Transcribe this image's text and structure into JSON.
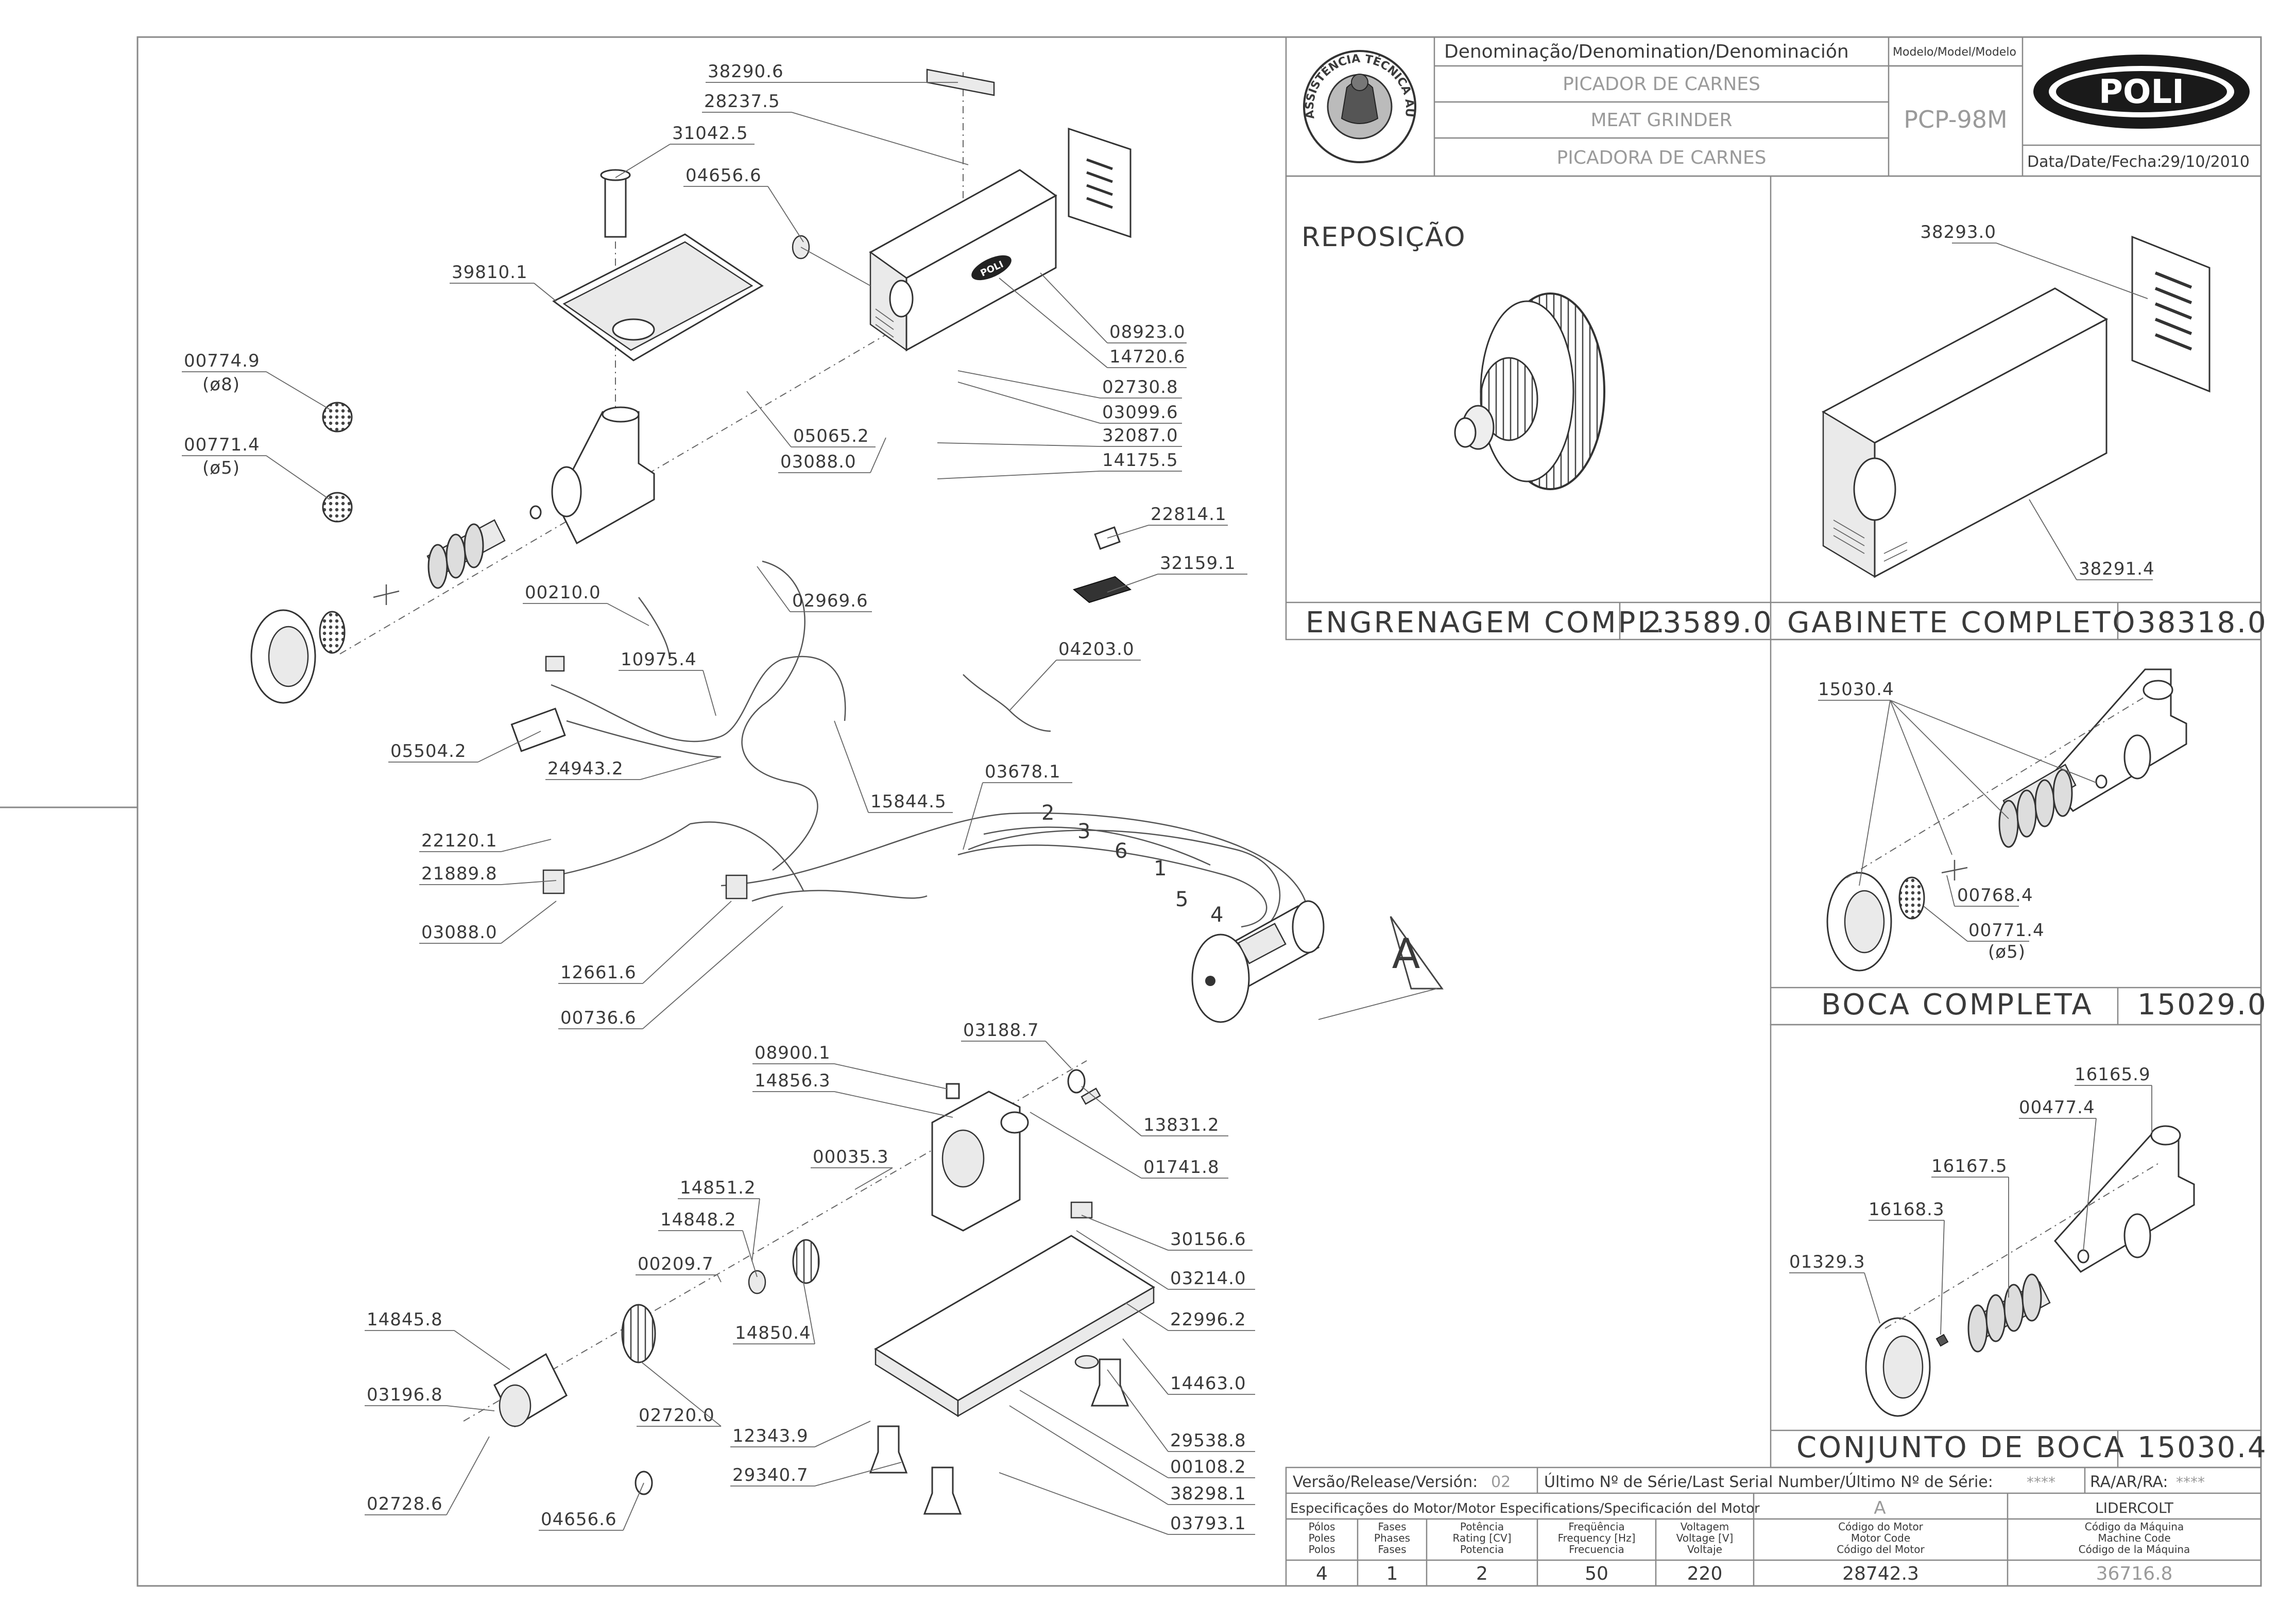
{
  "title_block": {
    "denomination_header": "Denominação/Denomination/Denominación",
    "name_pt": "PICADOR DE CARNES",
    "name_en": "MEAT GRINDER",
    "name_es": "PICADORA DE CARNES",
    "model_header": "Modelo/Model/Modelo",
    "model": "PCP-98M",
    "brand": "POLI",
    "date_label": "Data/Date/Fecha:",
    "date": "29/10/2010",
    "seal_text": "ASSISTÊNCIA TÉCNICA AUTORIZADA"
  },
  "replacement": {
    "heading": "REPOSIÇÃO",
    "gear_name": "ENGRENAGEM COMPL.",
    "gear_code": "23589.0",
    "cabinet_name": "GABINETE COMPLETO",
    "cabinet_code": "38318.0",
    "cabinet_parts": [
      "38293.0",
      "38291.4"
    ]
  },
  "boca_completa": {
    "name": "BOCA COMPLETA",
    "code": "15029.0",
    "labels": [
      "15030.4",
      "00768.4",
      "00771.4",
      "(ø5)"
    ]
  },
  "conjunto_boca": {
    "name": "CONJUNTO DE BOCA",
    "code": "15030.4",
    "labels": [
      "16165.9",
      "00477.4",
      "16167.5",
      "16168.3",
      "01329.3"
    ]
  },
  "main_labels": [
    "38290.6",
    "28237.5",
    "31042.5",
    "04656.6",
    "39810.1",
    "00774.9",
    "(ø8)",
    "00771.4",
    "(ø5)",
    "08923.0",
    "14720.6",
    "02730.8",
    "03099.6",
    "05065.2",
    "32087.0",
    "03088.0",
    "14175.5",
    "22814.1",
    "32159.1",
    "00210.0",
    "02969.6",
    "10975.4",
    "04203.0",
    "05504.2",
    "24943.2",
    "15844.5",
    "03678.1",
    "22120.1",
    "21889.8",
    "03088.0",
    "12661.6",
    "00736.6",
    "03188.7",
    "08900.1",
    "14856.3",
    "13831.2",
    "01741.8",
    "00035.3",
    "14851.2",
    "14848.2",
    "30156.6",
    "00209.7",
    "03214.0",
    "14850.4",
    "22996.2",
    "14845.8",
    "14463.0",
    "03196.8",
    "02720.0",
    "12343.9",
    "29538.8",
    "29340.7",
    "00108.2",
    "38298.1",
    "02728.6",
    "04656.6",
    "03793.1"
  ],
  "wire_numbers": [
    "2",
    "3",
    "6",
    "1",
    "5",
    "4"
  ],
  "motor_detail_marker": "A",
  "footer": {
    "version_label": "Versão/Release/Versión:",
    "version": "02",
    "serial_label": "Último Nº de Série/Last Serial Number/Último Nº de Série:",
    "serial": "****",
    "ra_label": "RA/AR/RA:",
    "ra": "****",
    "motor_spec_label": "Especificações do Motor/Motor Especifications/Specificación del Motor",
    "motor_marker": "A",
    "manufacturer": "LIDERCOLT",
    "columns": [
      {
        "h": [
          "Pólos",
          "Poles",
          "Polos"
        ],
        "v": "4"
      },
      {
        "h": [
          "Fases",
          "Phases",
          "Fases"
        ],
        "v": "1"
      },
      {
        "h": [
          "Potência",
          "Rating [CV]",
          "Potencia"
        ],
        "v": "2"
      },
      {
        "h": [
          "Freqüência",
          "Frequency [Hz]",
          "Frecuencia"
        ],
        "v": "50"
      },
      {
        "h": [
          "Voltagem",
          "Voltage [V]",
          "Voltaje"
        ],
        "v": "220"
      },
      {
        "h": [
          "Código do Motor",
          "Motor Code",
          "Código del Motor"
        ],
        "v": "28742.3"
      },
      {
        "h": [
          "Código da Máquina",
          "Machine Code",
          "Código de la Máquina"
        ],
        "v": "36716.8"
      }
    ]
  },
  "colors": {
    "line": "#555555",
    "frame": "#888888",
    "grey_text": "#9a9a9a",
    "logo_bg": "#1a1a1a"
  }
}
